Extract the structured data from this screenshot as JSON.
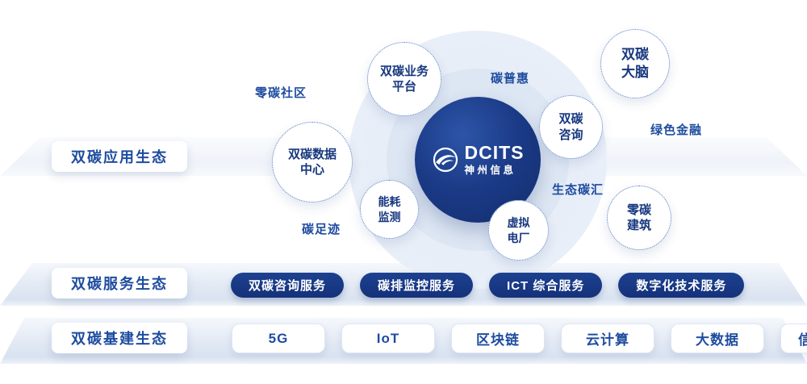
{
  "colors": {
    "navy": "#16357C",
    "blue_text": "#1E4C9F",
    "bubble_border": "#4C77BE",
    "band_light": "#F5F8FC",
    "band_dark": "#D9E3F0"
  },
  "left_labels": {
    "application": "双碳应用生态",
    "service": "双碳服务生态",
    "infrastructure": "双碳基建生态"
  },
  "diagram": {
    "center_logo": {
      "icon": "dcits-swoosh-globe-icon",
      "name": "DCITS",
      "name_cn": "神州信息"
    },
    "bubbles": [
      {
        "label": "双碳业务\n平台"
      },
      {
        "label": "双碳\n大脑"
      },
      {
        "label": "双碳数据\n中心"
      },
      {
        "label": "双碳\n咨询"
      },
      {
        "label": "能耗\n监测"
      },
      {
        "label": "虚拟\n电厂"
      },
      {
        "label": "零碳\n建筑"
      }
    ],
    "labels": [
      "零碳社区",
      "碳普惠",
      "绿色金融",
      "碳足迹",
      "生态碳汇"
    ]
  },
  "service_pills": [
    "双碳咨询服务",
    "碳排监控服务",
    "ICT 综合服务",
    "数字化技术服务"
  ],
  "infra_pills": [
    "5G",
    "IoT",
    "区块链",
    "云计算",
    "大数据",
    "信息安全"
  ]
}
